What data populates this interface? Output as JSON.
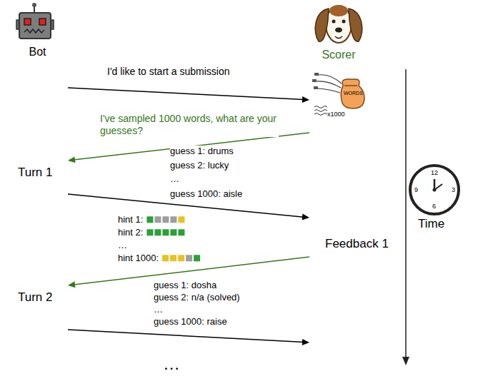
{
  "diagram": {
    "nodes": [
      {
        "text": [
          "Bot"
        ]
      },
      {
        "text": [
          "Scorer"
        ]
      }
    ],
    "edges": [
      {
        "from": 0,
        "to": 1,
        "arrow": "to",
        "label": "I'd like to start a submission"
      },
      {
        "from": 1,
        "to": 0,
        "arrow": "to",
        "label": "I've sampled 1000 words, what are your guesses?"
      },
      {
        "from": 0,
        "to": 1,
        "arrow": "to"
      },
      {
        "from": 1,
        "to": 0,
        "arrow": "to"
      },
      {
        "from": 0,
        "to": 1,
        "arrow": "to"
      }
    ],
    "labels": [
      "Turn 1",
      "guess 1: drums",
      "guess 2: lucky",
      "…",
      "guess 1000: aisle",
      "hint 1:",
      "hint 2:",
      "…",
      "hint 1000:",
      "Feedback 1",
      "Turn 2",
      "guess 1: dosha",
      "guess 2: n/a (solved)",
      "…",
      "guess 1000: raise",
      "…",
      "Time",
      "WORDS",
      "x1000",
      "12",
      "3",
      "6",
      "9"
    ]
  }
}
